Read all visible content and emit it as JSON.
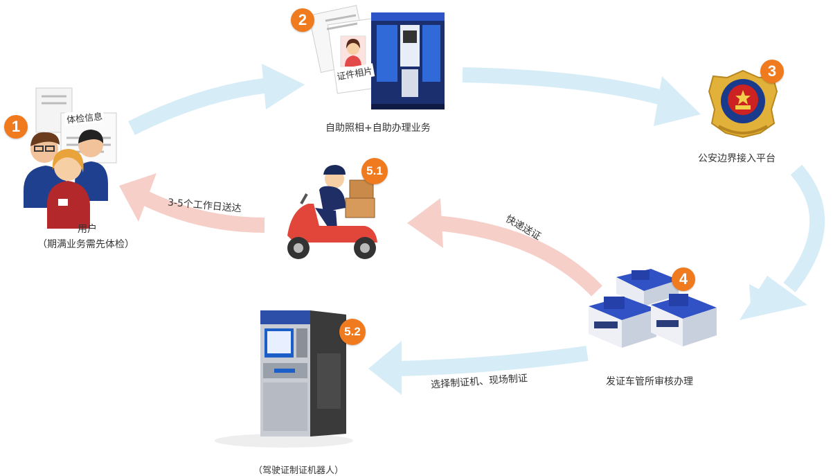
{
  "steps": {
    "s1": {
      "badge": "1",
      "card": "体检信息",
      "label_1": "用户",
      "label_2": "（期满业务需先体检）"
    },
    "s2": {
      "badge": "2",
      "card": "证件相片",
      "label": "自助照相+自助办理业务"
    },
    "s3": {
      "badge": "3",
      "label": "公安边界接入平台"
    },
    "s4": {
      "badge": "4",
      "label": "发证车管所审核办理"
    },
    "s51": {
      "badge": "5.1"
    },
    "s52": {
      "badge": "5.2",
      "label": "（驾驶证制证机器人）"
    }
  },
  "arrows": {
    "a51_to_1": "3-5个工作日送达",
    "a4_to_51": "快递送证",
    "a4_to_52": "选择制证机、现场制证"
  },
  "colors": {
    "badge": "#f07a1e",
    "blue_arrow": "#d6ecf7",
    "red_arrow": "#f6cfc8"
  }
}
